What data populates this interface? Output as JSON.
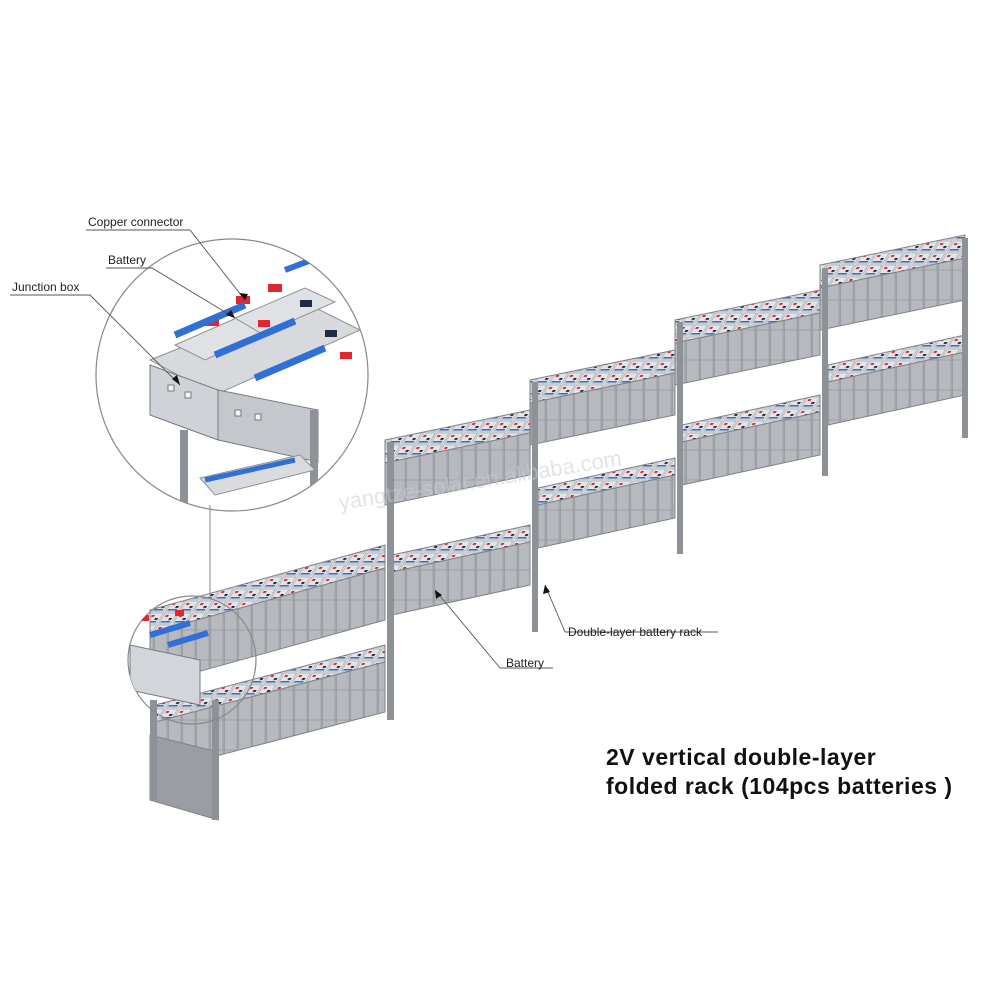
{
  "labels": {
    "copper_connector": "Copper connector",
    "battery_top": "Battery",
    "junction_box": "Junction box",
    "double_layer_rack": "Double-layer battery rack",
    "battery_bottom": "Battery"
  },
  "title": {
    "line1": "2V vertical double-layer",
    "line2": "folded rack (104pcs batteries )"
  },
  "watermark": "yangtze-solar.en.alibaba.com",
  "colors": {
    "frame": "#8e9196",
    "frame_dark": "#6d7075",
    "battery_body": "#b9bcc1",
    "battery_top": "#dcdee2",
    "positive_terminal": "#e0262e",
    "negative_terminal": "#1f2a44",
    "connector": "#2f6fd6"
  }
}
